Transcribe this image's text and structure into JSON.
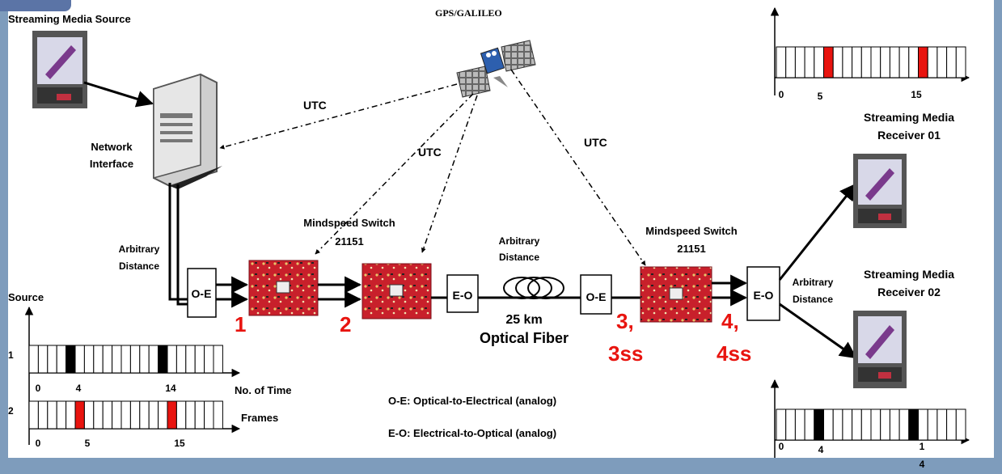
{
  "title_gps": "GPS/GALILEO",
  "source_label": "Streaming Media Source",
  "network_interface": [
    "Network",
    "Interface"
  ],
  "utc": "UTC",
  "switch_label": [
    "Mindspeed Switch",
    "21151"
  ],
  "arbitrary_distance": [
    "Arbitrary",
    "Distance"
  ],
  "fiber": [
    "25 km",
    "Optical Fiber"
  ],
  "oe": "O-E",
  "eo": "E-O",
  "points": [
    "1",
    "2",
    "3,",
    "3ss",
    "4,",
    "4ss"
  ],
  "receiver1": [
    "Streaming Media",
    "Receiver 01"
  ],
  "receiver2": [
    "Streaming Media",
    "Receiver 02"
  ],
  "legend": {
    "oe": "O-E: Optical-to-Electrical (analog)",
    "eo": "E-O: Electrical-to-Optical (analog)"
  },
  "source_chart": {
    "heading": "Source",
    "row1_label": "1",
    "row2_label": "2",
    "axis1_label": "No. of Time",
    "axis2_label": "Frames",
    "row1_ticks": [
      "0",
      "4",
      "14"
    ],
    "row2_ticks": [
      "0",
      "5",
      "15"
    ]
  },
  "rx1_chart": {
    "ticks": [
      "0",
      "5",
      "15"
    ]
  },
  "rx2_chart": {
    "ticks": [
      "0",
      "4",
      "1",
      "4"
    ]
  },
  "colors": {
    "frame_red": "#e8140f",
    "frame_black": "#000000",
    "board_red": "#c8202b"
  }
}
